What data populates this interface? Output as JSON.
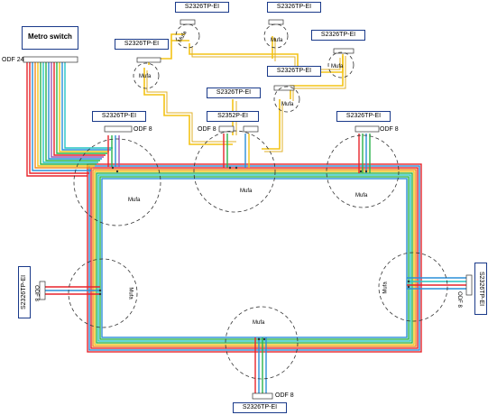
{
  "core_switch": "Metro switch",
  "switches": {
    "top_left": "S2326TP-EI",
    "top_left_mid": "S2326TP-EI",
    "top_mid": "S2326TP-EI",
    "top_right_mid": "S2326TP-EI",
    "right_top": "S2326TP-EI",
    "center_top": "S2326TP-EI",
    "center_low": "S2352P-EI",
    "ring_left_top": "S2326TP-EI",
    "ring_right_top": "S2326TP-EI",
    "left_side": "S2326TP-EI",
    "right_side": "S2326TP-EI",
    "bottom": "S2326TP-EI"
  },
  "odf_labels": {
    "core": "ODF 24",
    "left_top": "ODF 8",
    "center": "ODF 8",
    "right_top": "ODF 8",
    "left_side": "ODF 8",
    "right_side": "ODF 8",
    "bottom": "ODF 8"
  },
  "mufa_label": "Mufa",
  "colors": {
    "fiber_red": "#e8242b",
    "fiber_blue": "#2a8fd8",
    "fiber_green": "#2ab34a",
    "fiber_yellow": "#f3c316",
    "fiber_orange": "#f08a1c",
    "fiber_purple": "#9a59b5",
    "fiber_cyan": "#27c4c4",
    "device_border": "#1a3a8a"
  }
}
